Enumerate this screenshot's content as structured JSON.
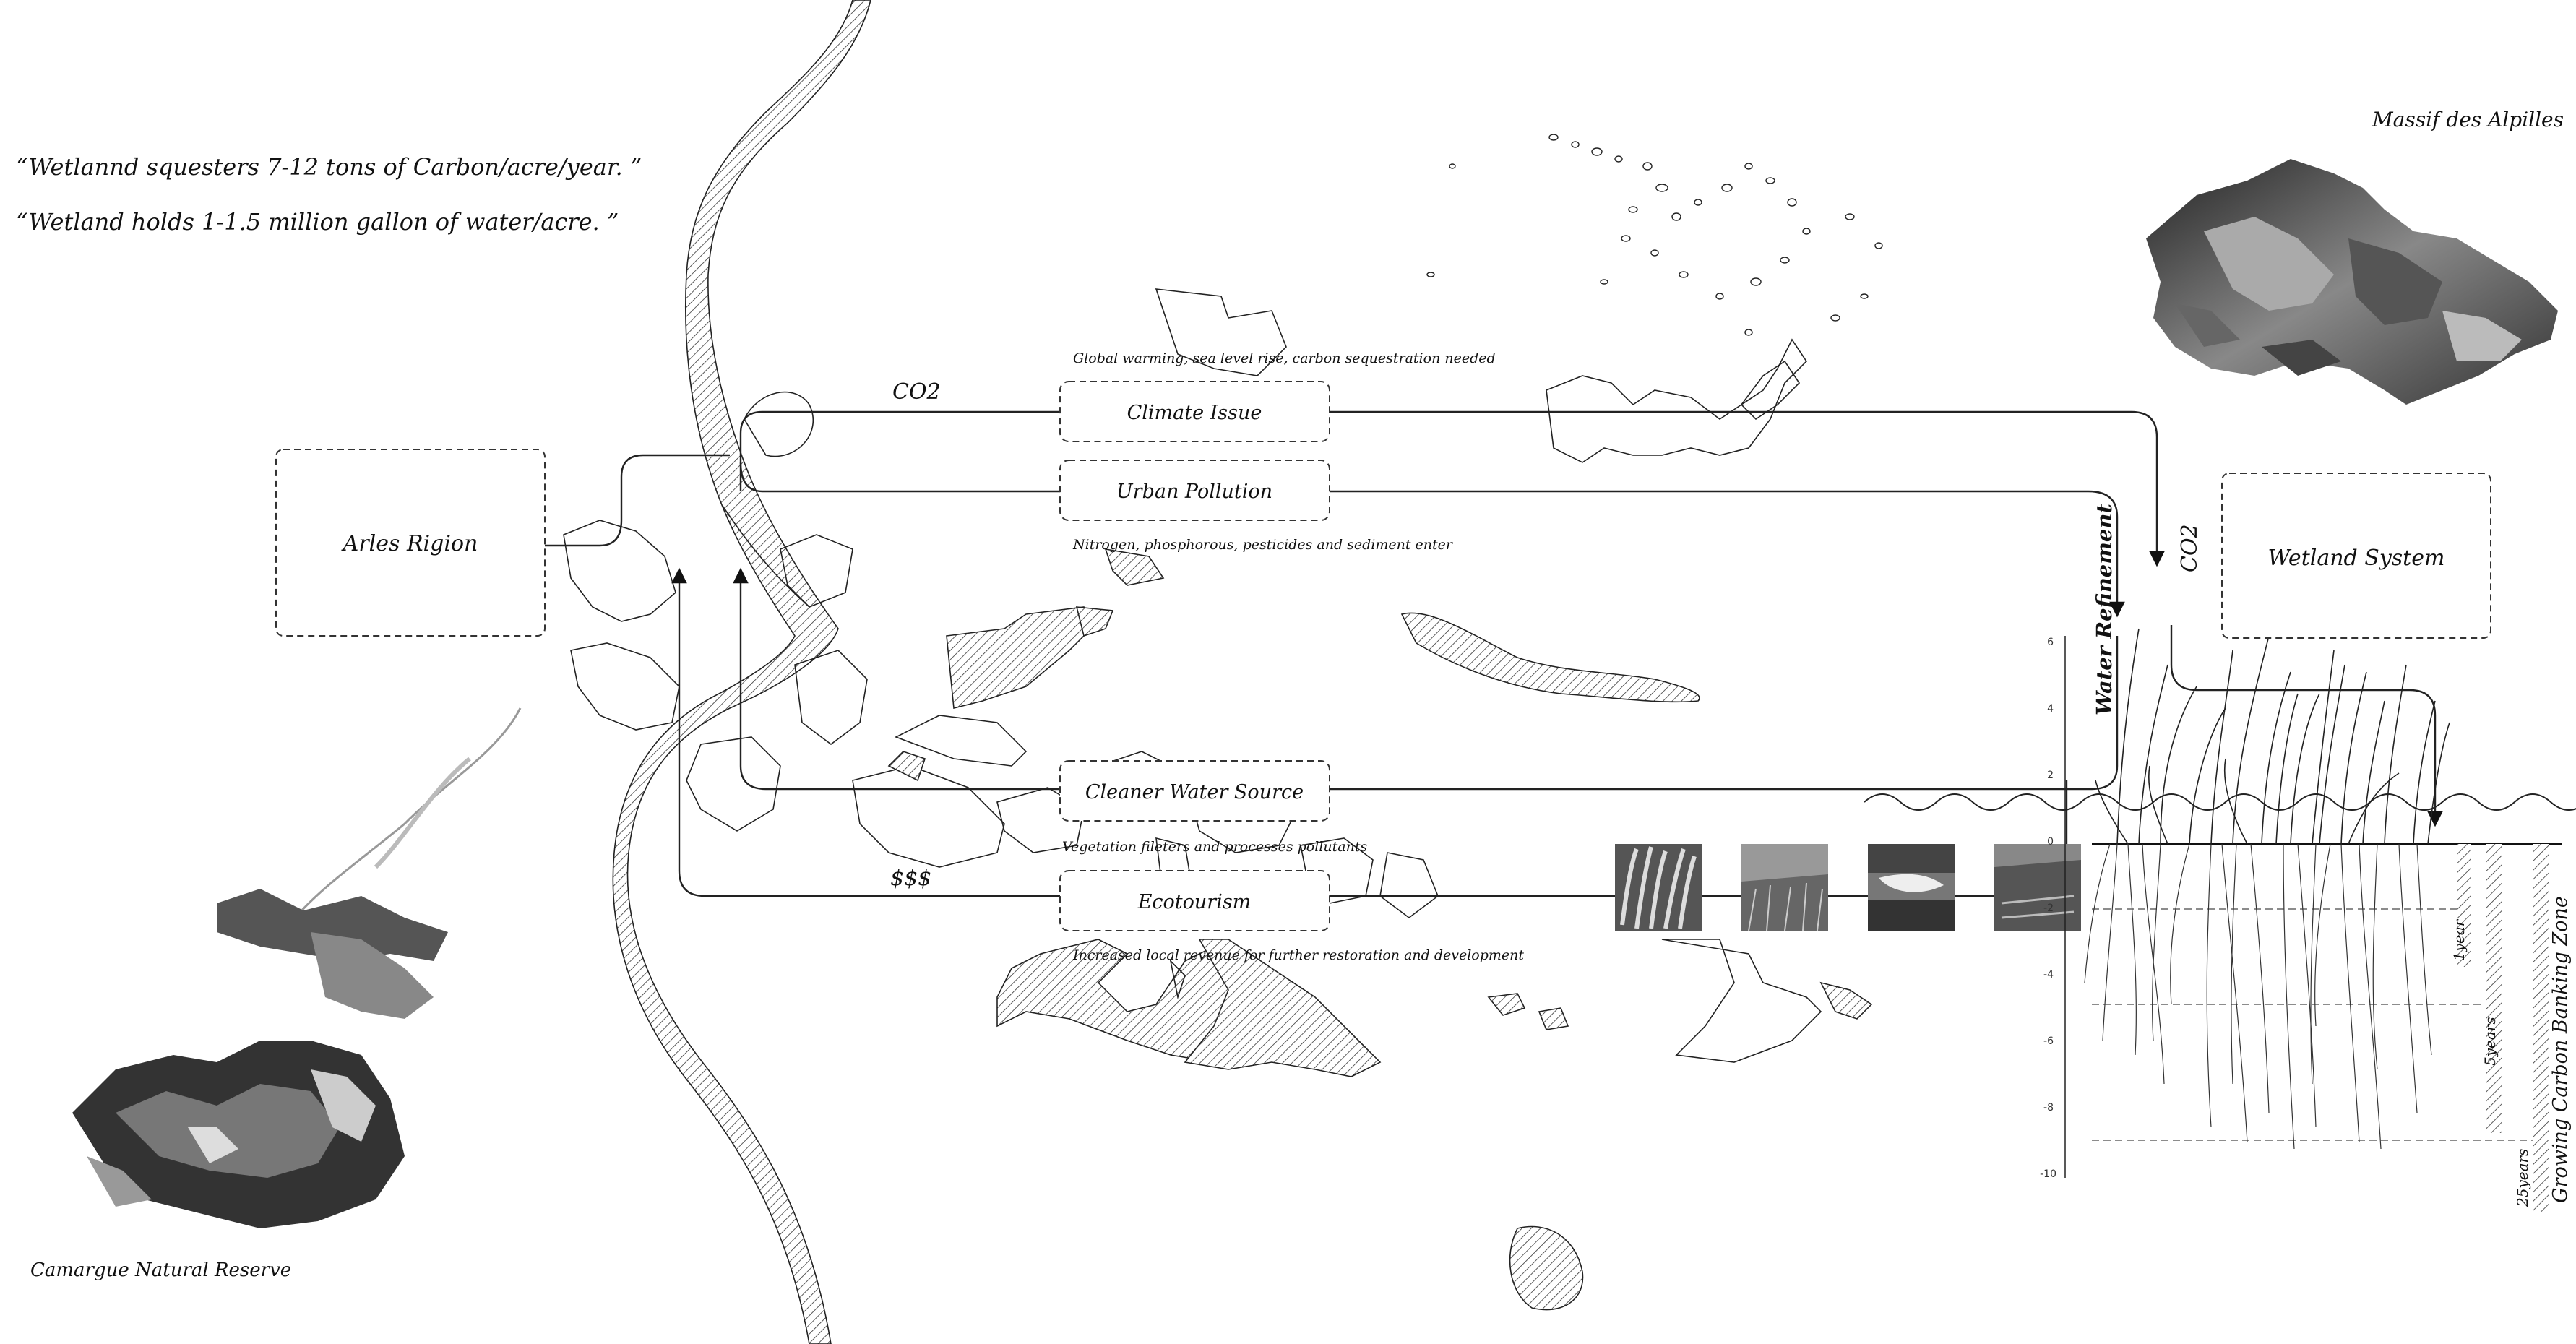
{
  "quotes": [
    "“Wetlannd squesters 7-12 tons of Carbon/acre/year. ”",
    "“Wetland holds 1-1.5 million gallon of water/acre. ”"
  ],
  "places": {
    "camargue": "Camargue Natural Reserve",
    "alpilles": "Massif des Alpilles"
  },
  "boxes": {
    "arles": "Arles Rigion",
    "wetland": "Wetland System",
    "climate": "Climate Issue",
    "pollution": "Urban Pollution",
    "water": "Cleaner Water Source",
    "ecotourism": "Ecotourism"
  },
  "notes": {
    "climate": "Global warming, sea level rise, carbon sequestration needed",
    "pollution": "Nitrogen, phosphorous, pesticides and sediment enter",
    "water": "Vegetation fileters and processes pollutants",
    "ecotourism": "Increased local revenue for further restoration and development"
  },
  "flow_labels": {
    "co2_top": "CO2",
    "co2_side": "CO2",
    "water_refinement": "Water Refinement",
    "money": "$$$"
  },
  "section": {
    "depth_ticks": [
      "6",
      "4",
      "2",
      "0",
      "-2",
      "-4",
      "-6",
      "-8",
      "-10"
    ],
    "horizons": [
      "1year",
      "5years",
      "25years"
    ],
    "zone_label": "Growing Carbon Banking Zone"
  },
  "colors": {
    "ink": "#222222",
    "paper": "#ffffff"
  }
}
